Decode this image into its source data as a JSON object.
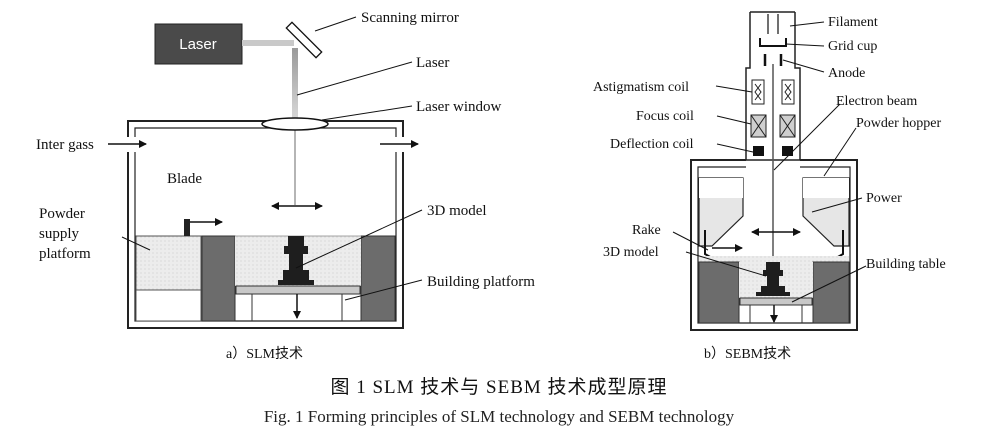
{
  "slm": {
    "laser": "Laser",
    "scanning_mirror": "Scanning mirror",
    "laser_beam": "Laser",
    "laser_window": "Laser window",
    "inter_gass": "Inter gass",
    "blade": "Blade",
    "powder_supply": [
      "Powder",
      "supply",
      "platform"
    ],
    "model_3d": "3D model",
    "building_platform": "Building platform",
    "caption": "a）SLM技术"
  },
  "sebm": {
    "filament": "Filament",
    "grid_cup": "Grid cup",
    "anode": "Anode",
    "astigmatism_coil": "Astigmatism coil",
    "focus_coil": "Focus coil",
    "deflection_coil": "Deflection coil",
    "electron_beam": "Electron beam",
    "powder_hopper": "Powder hopper",
    "power": "Power",
    "rake": "Rake",
    "model_3d": "3D model",
    "building_table": "Building table",
    "caption": "b）SEBM技术"
  },
  "figure": {
    "title_cn": "图 1   SLM 技术与 SEBM 技术成型原理",
    "title_en": "Fig. 1    Forming principles of SLM technology and SEBM technology"
  }
}
